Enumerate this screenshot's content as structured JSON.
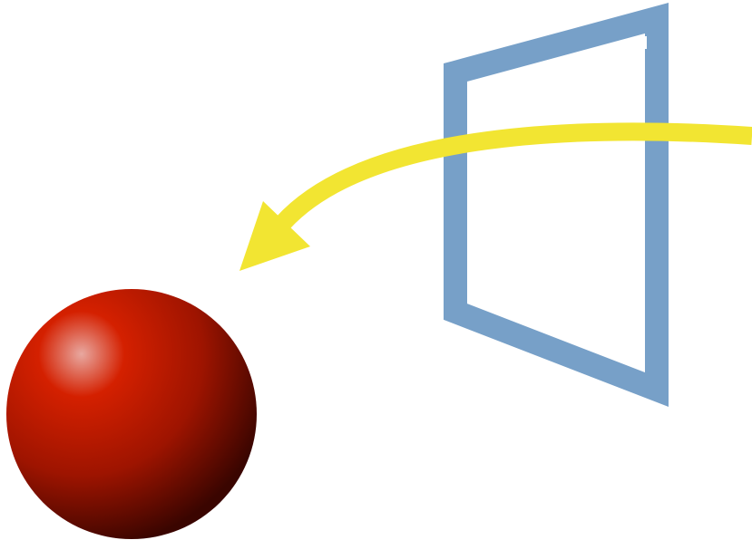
{
  "diagram": {
    "elements": [
      {
        "id": "sphere",
        "kind": "shaded-sphere"
      },
      {
        "id": "frame",
        "kind": "open-window-frame"
      },
      {
        "id": "arrow",
        "kind": "curved-arrow",
        "direction": "toward-sphere"
      }
    ]
  },
  "colors": {
    "background": "#ffffff",
    "sphere_highlight": "#e8a8a0",
    "sphere_base": "#d42000",
    "sphere_mid": "#9e1400",
    "sphere_shadow": "#3a0500",
    "frame": "#77a0c8",
    "arrow": "#f2e532"
  }
}
